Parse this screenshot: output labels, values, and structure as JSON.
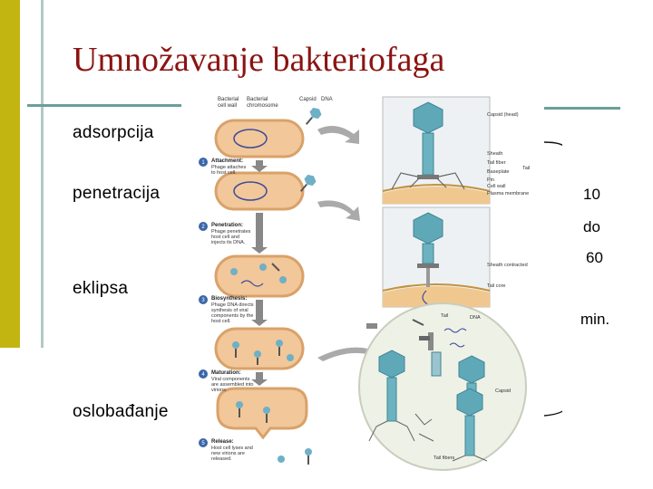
{
  "title": "Umnožavanje bakteriofaga",
  "stages": {
    "adsorpcija": "adsorpcija",
    "penetracija": "penetracija",
    "eklipsa": "eklipsa",
    "oslobadjanje": "oslobađanje"
  },
  "time_range": {
    "from": "10",
    "sep": "do",
    "to": "60",
    "unit": "min."
  },
  "figure": {
    "top_labels": {
      "bacterial_cell_wall": [
        "Bacterial",
        "cell wall"
      ],
      "bacterial_chromosome": [
        "Bacterial",
        "chromosome"
      ],
      "capsid": "Capsid",
      "dna": "DNA"
    },
    "steps": [
      {
        "num": "1",
        "title": "Attachment:",
        "lines": [
          "Phage attaches",
          "to host cell."
        ]
      },
      {
        "num": "2",
        "title": "Penetration:",
        "lines": [
          "Phage penetrates",
          "host cell and",
          "injects its DNA."
        ]
      },
      {
        "num": "3",
        "title": "Biosynthesis:",
        "lines": [
          "Phage DNA directs",
          "synthesis of viral",
          "components by the",
          "host cell."
        ]
      },
      {
        "num": "4",
        "title": "Maturation:",
        "lines": [
          "Viral components",
          "are assembled into",
          "virions."
        ]
      },
      {
        "num": "5",
        "title": "Release:",
        "lines": [
          "Host cell lyses and",
          "new virions are",
          "released."
        ]
      }
    ],
    "phage_labels": {
      "capsid_head": "Capsid (head)",
      "sheath": "Sheath",
      "tail_fiber": "Tail fiber",
      "tail": "Tail",
      "baseplate": "Baseplate",
      "pin": "Pin",
      "cell_wall": "Cell wall",
      "plasma_membrane": "Plasma membrane",
      "sheath_contracted": "Sheath contracted",
      "tail_core": "Tail core"
    },
    "inset_labels": {
      "tail": "Tail",
      "dna": "DNA",
      "capsid": "Capsid",
      "tail_fibers": "Tail fibers"
    }
  }
}
